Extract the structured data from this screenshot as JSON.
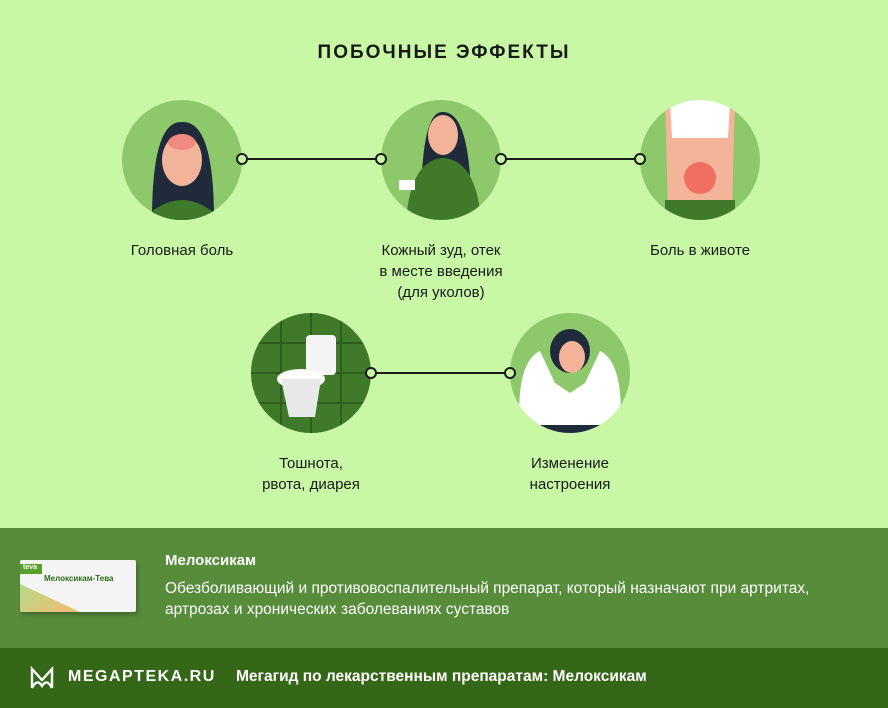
{
  "title": "ПОБОЧНЫЕ ЭФФЕКТЫ",
  "effects": [
    {
      "label": "Головная боль",
      "icon": "headache-woman-icon"
    },
    {
      "label": "Кожный зуд, отек в месте введения (для уколов)",
      "line1": "Кожный зуд, отек",
      "line2": "в месте введения",
      "line3": "(для уколов)",
      "icon": "injection-site-woman-icon"
    },
    {
      "label": "Боль в животе",
      "icon": "stomach-pain-icon"
    },
    {
      "label": "Тошнота, рвота, диарея",
      "line1": "Тошнота,",
      "line2": "рвота, диарея",
      "icon": "toilet-icon"
    },
    {
      "label": "Изменение настроения",
      "line1": "Изменение",
      "line2": "настроения",
      "icon": "stressed-woman-icon"
    }
  ],
  "drug": {
    "name": "Мелоксикам",
    "description": "Обезболивающий и противовоспалительный препарат, который назначают при артритах, артрозах и хронических заболеваниях суставов",
    "pack_label": "Мелоксикам-Тева",
    "brand": "teva"
  },
  "footer": {
    "logo": "MEGAPTEKA.RU",
    "text": "Мегагид по лекарственным препаратам: Мелоксикам"
  },
  "colors": {
    "background": "#c8f7a6",
    "circle": "#8dc96b",
    "band": "#578d3a",
    "footer": "#346818"
  }
}
